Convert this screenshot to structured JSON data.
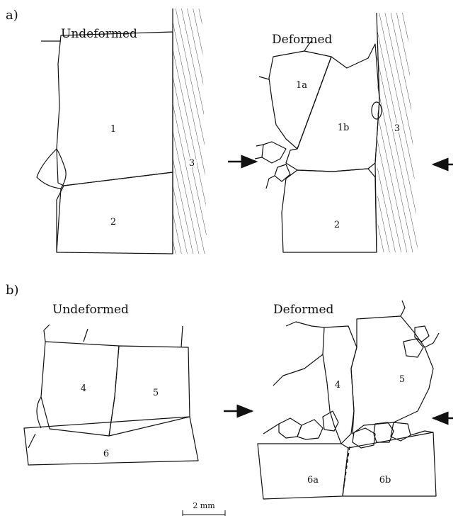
{
  "panels": {
    "a": {
      "letter": "a)",
      "left_title": "Undeformed",
      "right_title": "Deformed",
      "left_grains": [
        "1",
        "2",
        "3"
      ],
      "right_grains": [
        "1a",
        "1b",
        "2",
        "3"
      ]
    },
    "b": {
      "letter": "b)",
      "left_title": "Undeformed",
      "right_title": "Deformed",
      "left_grains": [
        "4",
        "5",
        "6"
      ],
      "right_grains": [
        "4",
        "5",
        "6a",
        "6b"
      ]
    }
  },
  "scale_bar": {
    "label": "2 mm"
  },
  "colors": {
    "line": "#111111",
    "background": "#ffffff"
  },
  "icons": {
    "arrow": "arrow-icon"
  }
}
